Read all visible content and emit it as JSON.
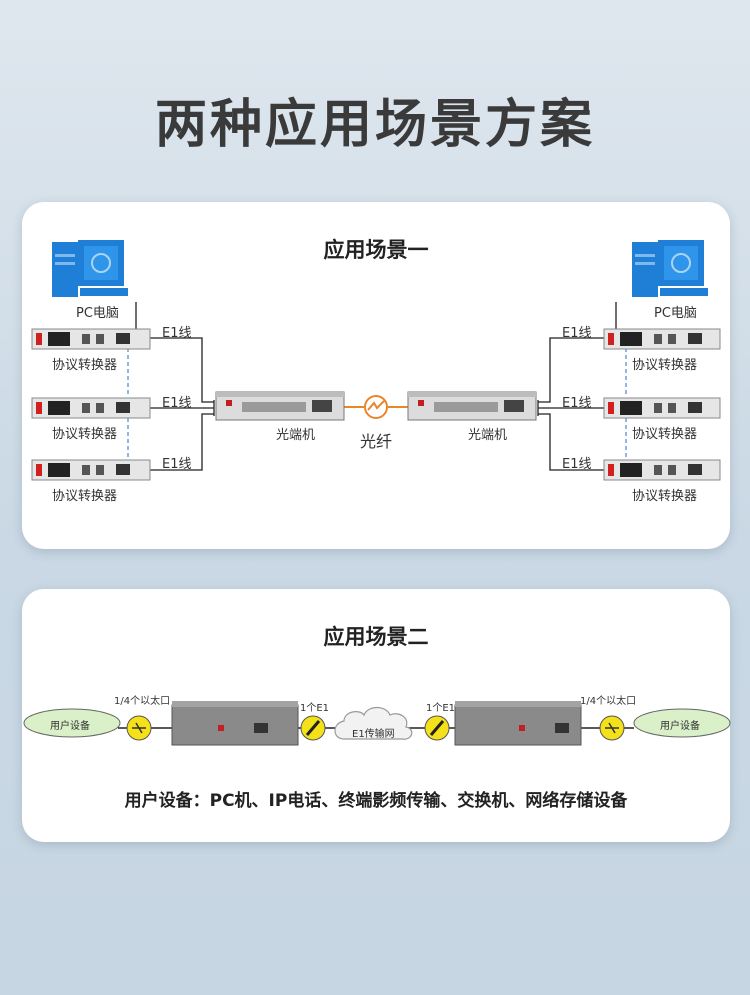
{
  "page_title": "两种应用场景方案",
  "scene1": {
    "title": "应用场景一",
    "pc_label": "PC电脑",
    "converter_label": "协议转换器",
    "e1_line_label": "E1线",
    "optical_terminal_label": "光端机",
    "fiber_label": "光纤"
  },
  "scene2": {
    "title": "应用场景二",
    "user_device_label": "用户设备",
    "ethernet_label": "1/4个以太口",
    "e1_label": "1个E1",
    "cloud_label": "E1传输网",
    "footer": "用户设备：PC机、IP电话、终端影频传输、交换机、网络存储设备"
  },
  "colors": {
    "accent_orange": "#e8862a",
    "pc_blue": "#1f7fd6",
    "device_gray": "#8a8a8a",
    "dashed_blue": "#5b8fd8",
    "ellipse_green": "#d9f0c8",
    "connector_yellow": "#f4e11a"
  }
}
